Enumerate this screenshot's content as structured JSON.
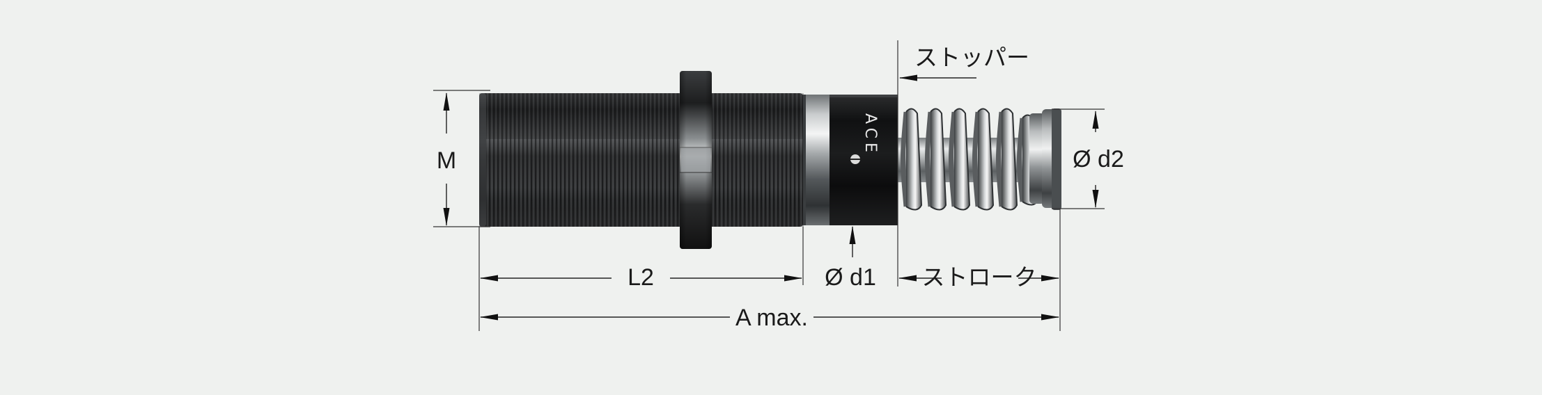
{
  "labels": {
    "stopper": "ストッパー",
    "m": "M",
    "d2": "Ø d2",
    "l2": "L2",
    "d1": "Ø d1",
    "stroke": "ストローク",
    "a_max": "A max."
  },
  "brand": {
    "logo_text": "ACE"
  },
  "colors": {
    "background": "#eff1ef",
    "body_dark": "#1c1d1e",
    "metal": "#9ea2a4",
    "dimension_line": "#222222"
  }
}
